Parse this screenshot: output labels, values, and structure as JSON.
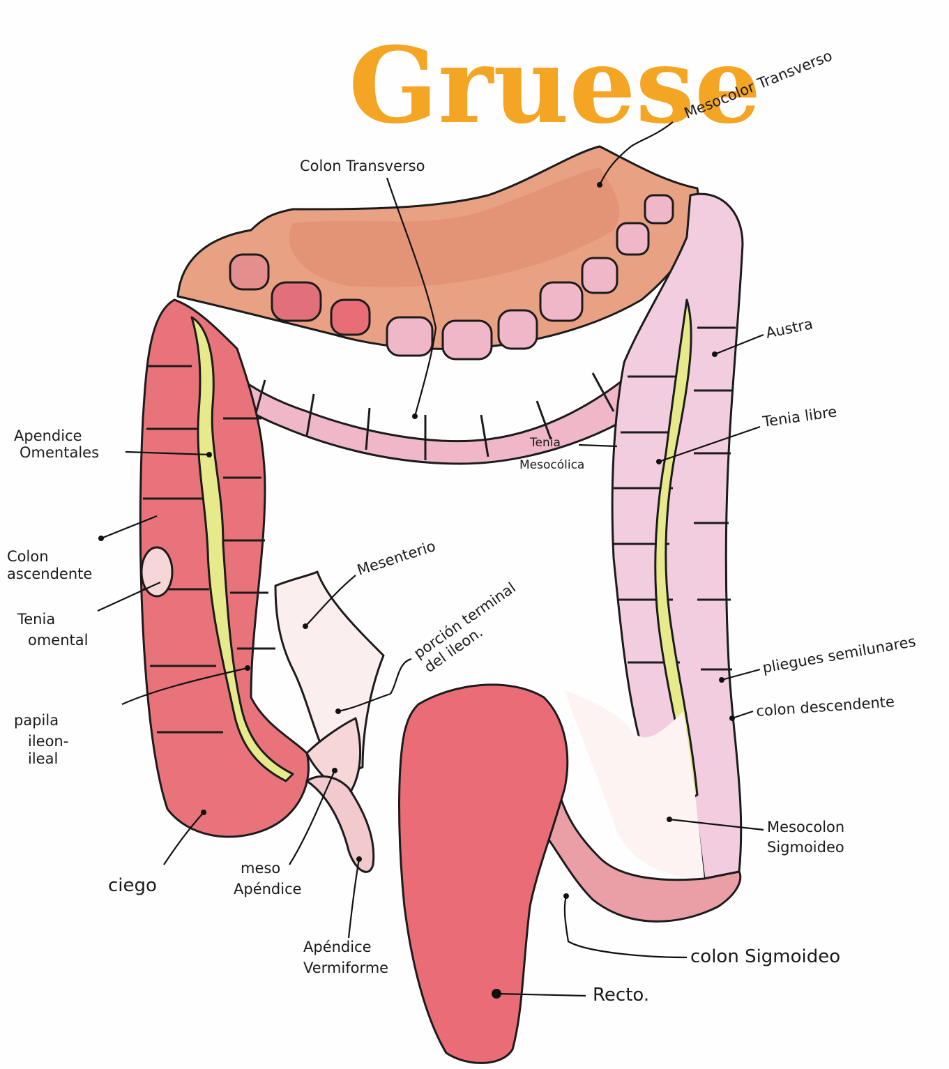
{
  "title": "Gruese",
  "labels": {
    "mesocolon_transverso": "Mesocolor Transverso",
    "colon_transverso": "Colon Transverso",
    "austra": "Austra",
    "tenia_libre": "Tenia libre",
    "tenia_mesocolica_1": "Tenia",
    "tenia_mesocolica_2": "Mesocólica",
    "apendice_omentales_1": "Apendice",
    "apendice_omentales_2": "Omentales",
    "colon_ascendente_1": "Colon",
    "colon_ascendente_2": "ascendente",
    "tenia_omental_1": "Tenia",
    "tenia_omental_2": "omental",
    "mesenterio": "Mesenterio",
    "porcion_terminal_1": "porción terminal",
    "porcion_terminal_2": "del ileon.",
    "pliegues_semilunares": "pliegues semilunares",
    "colon_descendente": "colon descendente",
    "papila_1": "papila",
    "papila_2": "ileon-",
    "papila_3": "ileal",
    "mesocolon_sigmoideo_1": "Mesocolon",
    "mesocolon_sigmoideo_2": "Sigmoideo",
    "ciego": "ciego",
    "meso_apendice_1": "meso",
    "meso_apendice_2": "Apéndice",
    "apendice_vermiforme_1": "Apéndice",
    "apendice_vermiforme_2": "Vermiforme",
    "colon_sigmoideo": "colon Sigmoideo",
    "recto": "Recto."
  },
  "colors": {
    "title": "#f4a524",
    "ascending_colon": "#e8737a",
    "transverse_mesocolon": "#e9a183",
    "descending_colon": "#f2cde0",
    "tenia": "#e6ea8a",
    "rectum": "#ea6c77",
    "mesentery": "#fbeeee"
  }
}
